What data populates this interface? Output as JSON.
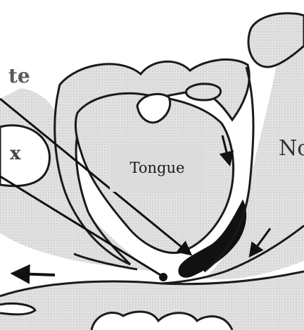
{
  "labels": {
    "tongue": "Tongue",
    "left_top_fragment": "te",
    "left_mid_fragment": "x",
    "right_fragment": "No"
  },
  "colors": {
    "fill_dots": "#d9d9d9",
    "outline": "#1a1a1a",
    "label_box": "#dcdcdc",
    "background": "#ffffff"
  }
}
